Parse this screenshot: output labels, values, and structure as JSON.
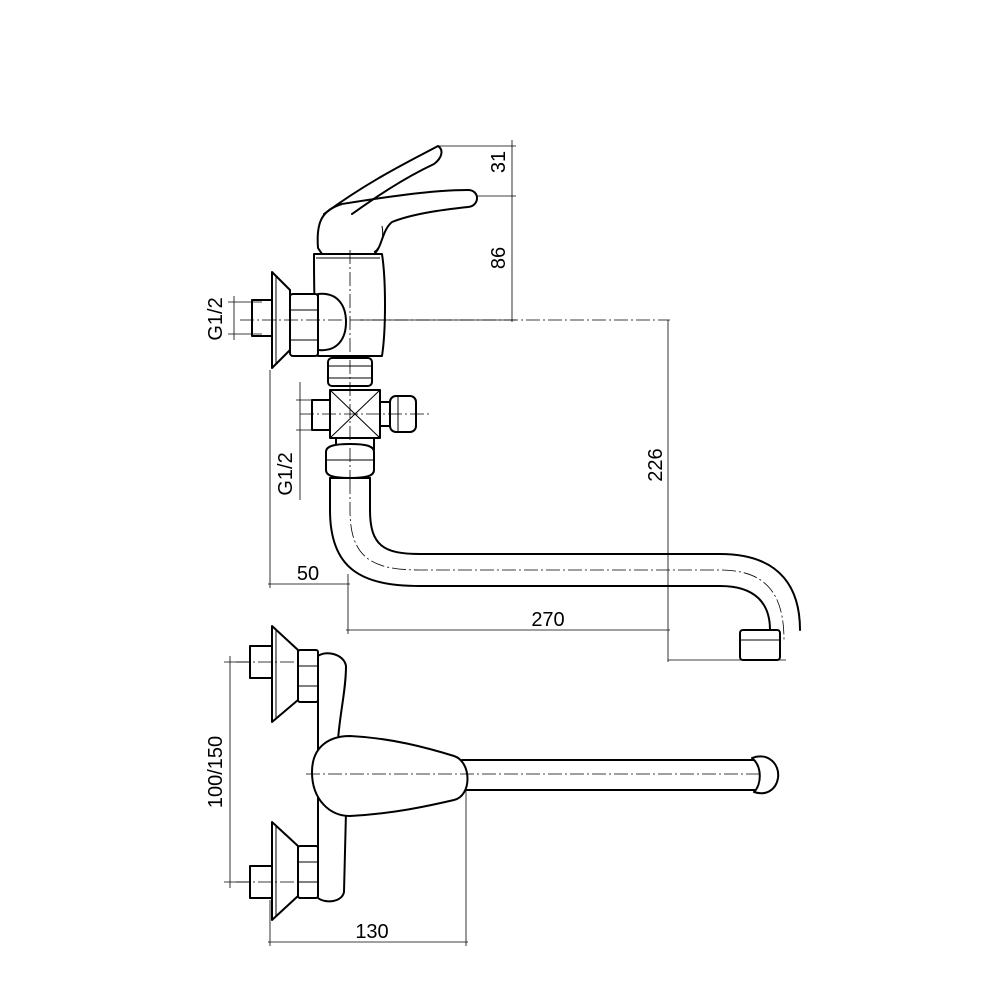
{
  "dimensions": {
    "handle_height": "31",
    "body_height": "86",
    "spout_drop": "226",
    "inlet_thread_top": "G1/2",
    "inlet_thread_side": "G1/2",
    "wall_offset": "50",
    "spout_reach": "270",
    "inlet_spacing": "100/150",
    "body_depth": "130"
  }
}
